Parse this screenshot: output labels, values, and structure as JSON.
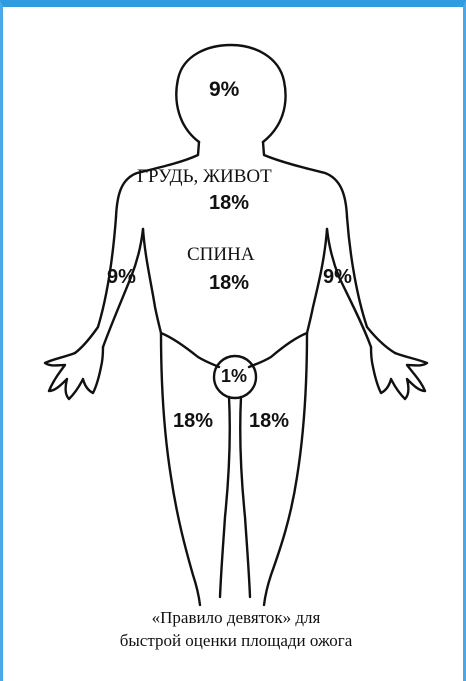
{
  "diagram": {
    "labels": {
      "head": "9%",
      "chest_abdomen_title": "ГРУДЬ, ЖИВОТ",
      "chest_abdomen_value": "18%",
      "back_title": "СПИНА",
      "back_value": "18%",
      "left_arm": "9%",
      "right_arm": "9%",
      "perineum": "1%",
      "left_leg": "18%",
      "right_leg": "18%"
    },
    "caption": {
      "line1": "«Правило девяток» для",
      "line2": "быстрой оценки площади ожога"
    },
    "colors": {
      "frame_top": "#2f9be0",
      "frame_side": "#4aa8e8",
      "outline": "#111111"
    }
  }
}
